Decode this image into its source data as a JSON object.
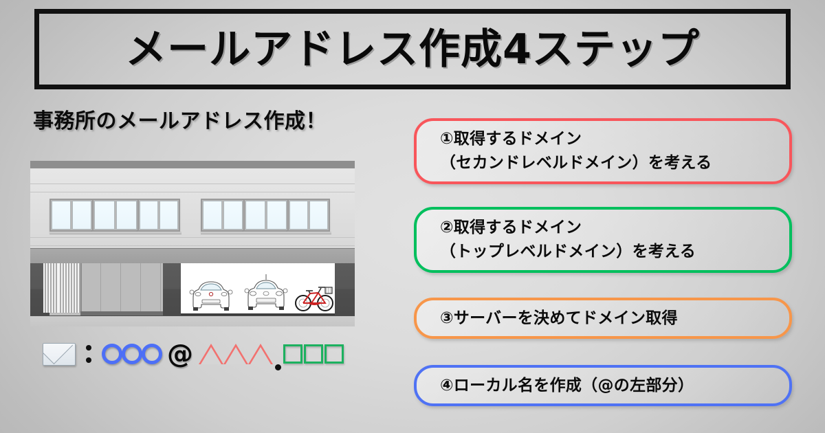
{
  "page": {
    "title": "メールアドレス作成4ステップ",
    "subtitle": "事務所のメールアドレス作成！",
    "background_start": "#e2e2e2",
    "background_end": "#b0b0b0"
  },
  "illustration": {
    "name": "office-building-facade",
    "description": "事務所の建物外観（窓・シャッター・駐車場の車2台と自転車）",
    "window_groups": 4,
    "cars": 2,
    "bicycle": 1,
    "bicycle_color": "#cc2222"
  },
  "email_formula": {
    "envelope_icon": "envelope-icon",
    "colon": ":",
    "local_part": {
      "icon": "circle",
      "count": 3,
      "color": "#4d6ff7"
    },
    "at_symbol": "@",
    "second_level_domain": {
      "icon": "triangle",
      "count": 3,
      "color": "#f1706e"
    },
    "dot": ".",
    "top_level_domain": {
      "icon": "square",
      "count": 3,
      "color": "#1cb15f"
    }
  },
  "steps": [
    {
      "number": "①",
      "text": "①取得するドメイン\n（セカンドレベルドメイン）を考える",
      "color": "#f8565b"
    },
    {
      "number": "②",
      "text": "②取得するドメイン\n（トップレベルドメイン）を考える",
      "color": "#00bf5d"
    },
    {
      "number": "③",
      "text": "③サーバーを決めてドメイン取得",
      "color": "#f7964a"
    },
    {
      "number": "④",
      "text": "④ローカル名を作成（@の左部分）",
      "color": "#4f72f4"
    }
  ]
}
